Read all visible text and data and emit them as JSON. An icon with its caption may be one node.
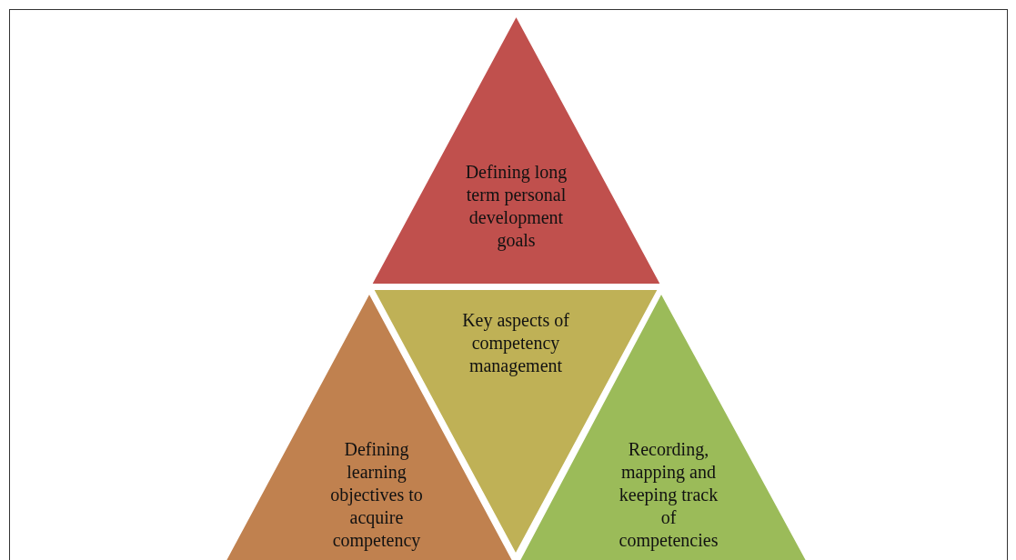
{
  "diagram": {
    "nodes": [
      {
        "text": [
          "Defining long term personal development goals"
        ]
      },
      {
        "text": [
          "Key aspects of competency management"
        ]
      },
      {
        "text": [
          "Defining learning objectives to acquire competency"
        ]
      },
      {
        "text": [
          "Recording, mapping and keeping track of competencies"
        ]
      }
    ]
  }
}
